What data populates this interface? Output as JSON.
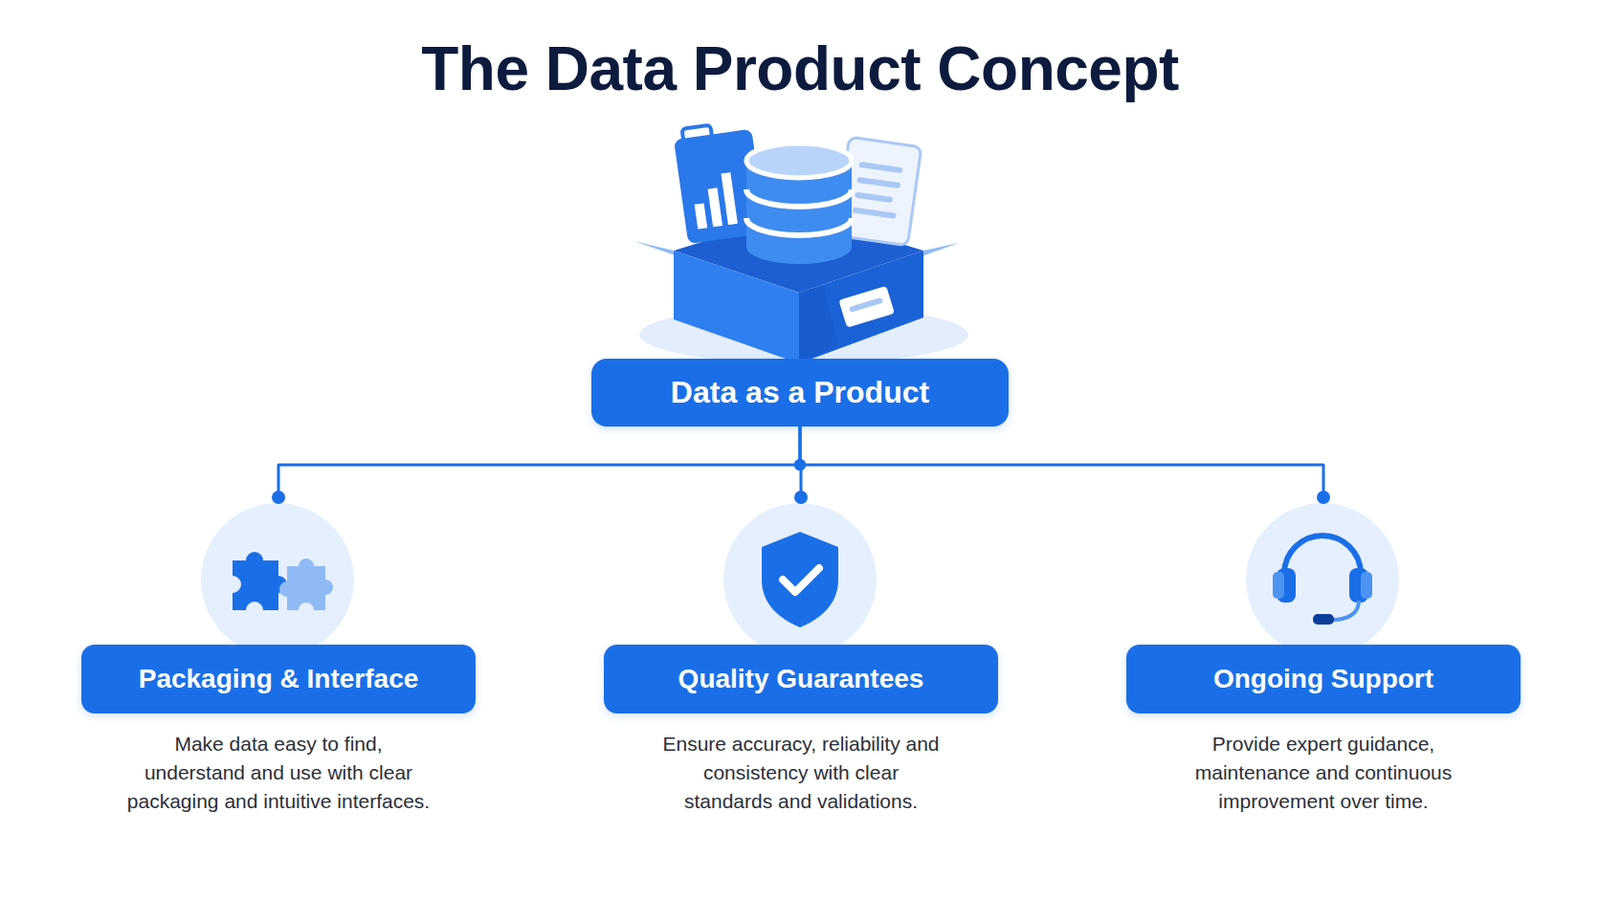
{
  "diagram": {
    "title": "The Data Product Concept",
    "nodes": [
      {
        "text": [
          "Data as a Product"
        ]
      },
      {
        "text": [
          "Packaging & Interface",
          "Make data easy to find, understand and use with clear packaging and intuitive interfaces."
        ]
      },
      {
        "text": [
          "Quality Guarantees",
          "Ensure accuracy, reliability and consistency with clear standards and validations."
        ]
      },
      {
        "text": [
          "Ongoing Support",
          "Provide expert guidance, maintenance and continuous improvement over time."
        ]
      }
    ],
    "edges": [
      {
        "from": 0,
        "to": 1,
        "arrow": "none"
      },
      {
        "from": 0,
        "to": 2,
        "arrow": "none"
      },
      {
        "from": 0,
        "to": 3,
        "arrow": "none"
      }
    ]
  }
}
